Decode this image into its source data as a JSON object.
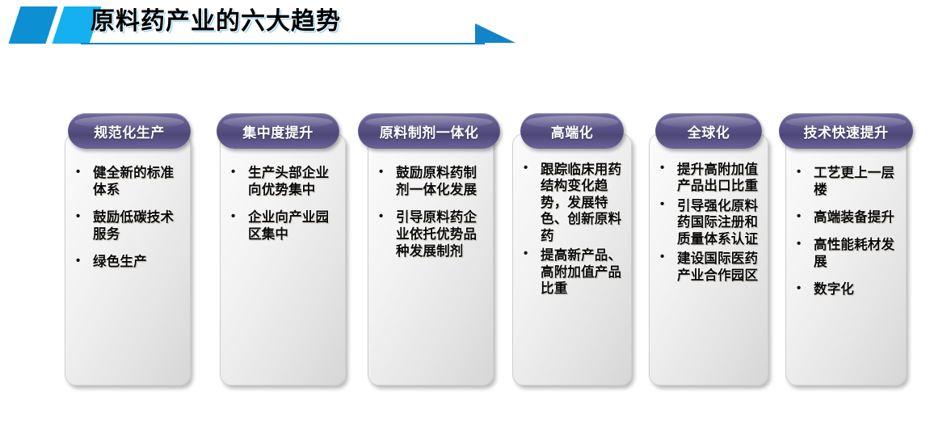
{
  "header": {
    "title": "原料药产业的六大趋势",
    "deco_color_dark": "#0d8fd4",
    "deco_color_light": "#14b0f0",
    "rule_color": "#1384c8",
    "arrow_icon": "triangle-right-icon"
  },
  "palette": {
    "pill_purple_light": "#6f6899",
    "pill_purple_dark": "#4e4878",
    "card_gray": "#e4e4e4",
    "text_black": "#0a0a0a"
  },
  "cards": [
    {
      "title": "规范化生产",
      "bullets": [
        "健全新的标准体系",
        "鼓励低碳技术服务",
        "绿色生产"
      ]
    },
    {
      "title": "集中度提升",
      "bullets": [
        "生产头部企业向优势集中",
        "企业向产业园区集中"
      ]
    },
    {
      "title": "原料制剂一体化",
      "bullets": [
        "鼓励原料药制剂一体化发展",
        "引导原料药企业依托优势品种发展制剂"
      ]
    },
    {
      "title": "高端化",
      "bullets": [
        "跟踪临床用药结构变化趋势，发展特色、创新原料药",
        "提高新产品、高附加值产品比重"
      ]
    },
    {
      "title": "全球化",
      "bullets": [
        "提升高附加值产品出口比重",
        "引导强化原料药国际注册和质量体系认证",
        "建设国际医药产业合作园区"
      ]
    },
    {
      "title": "技术快速提升",
      "bullets": [
        "工艺更上一层楼",
        "高端装备提升",
        "高性能耗材发展",
        "数字化"
      ]
    }
  ]
}
